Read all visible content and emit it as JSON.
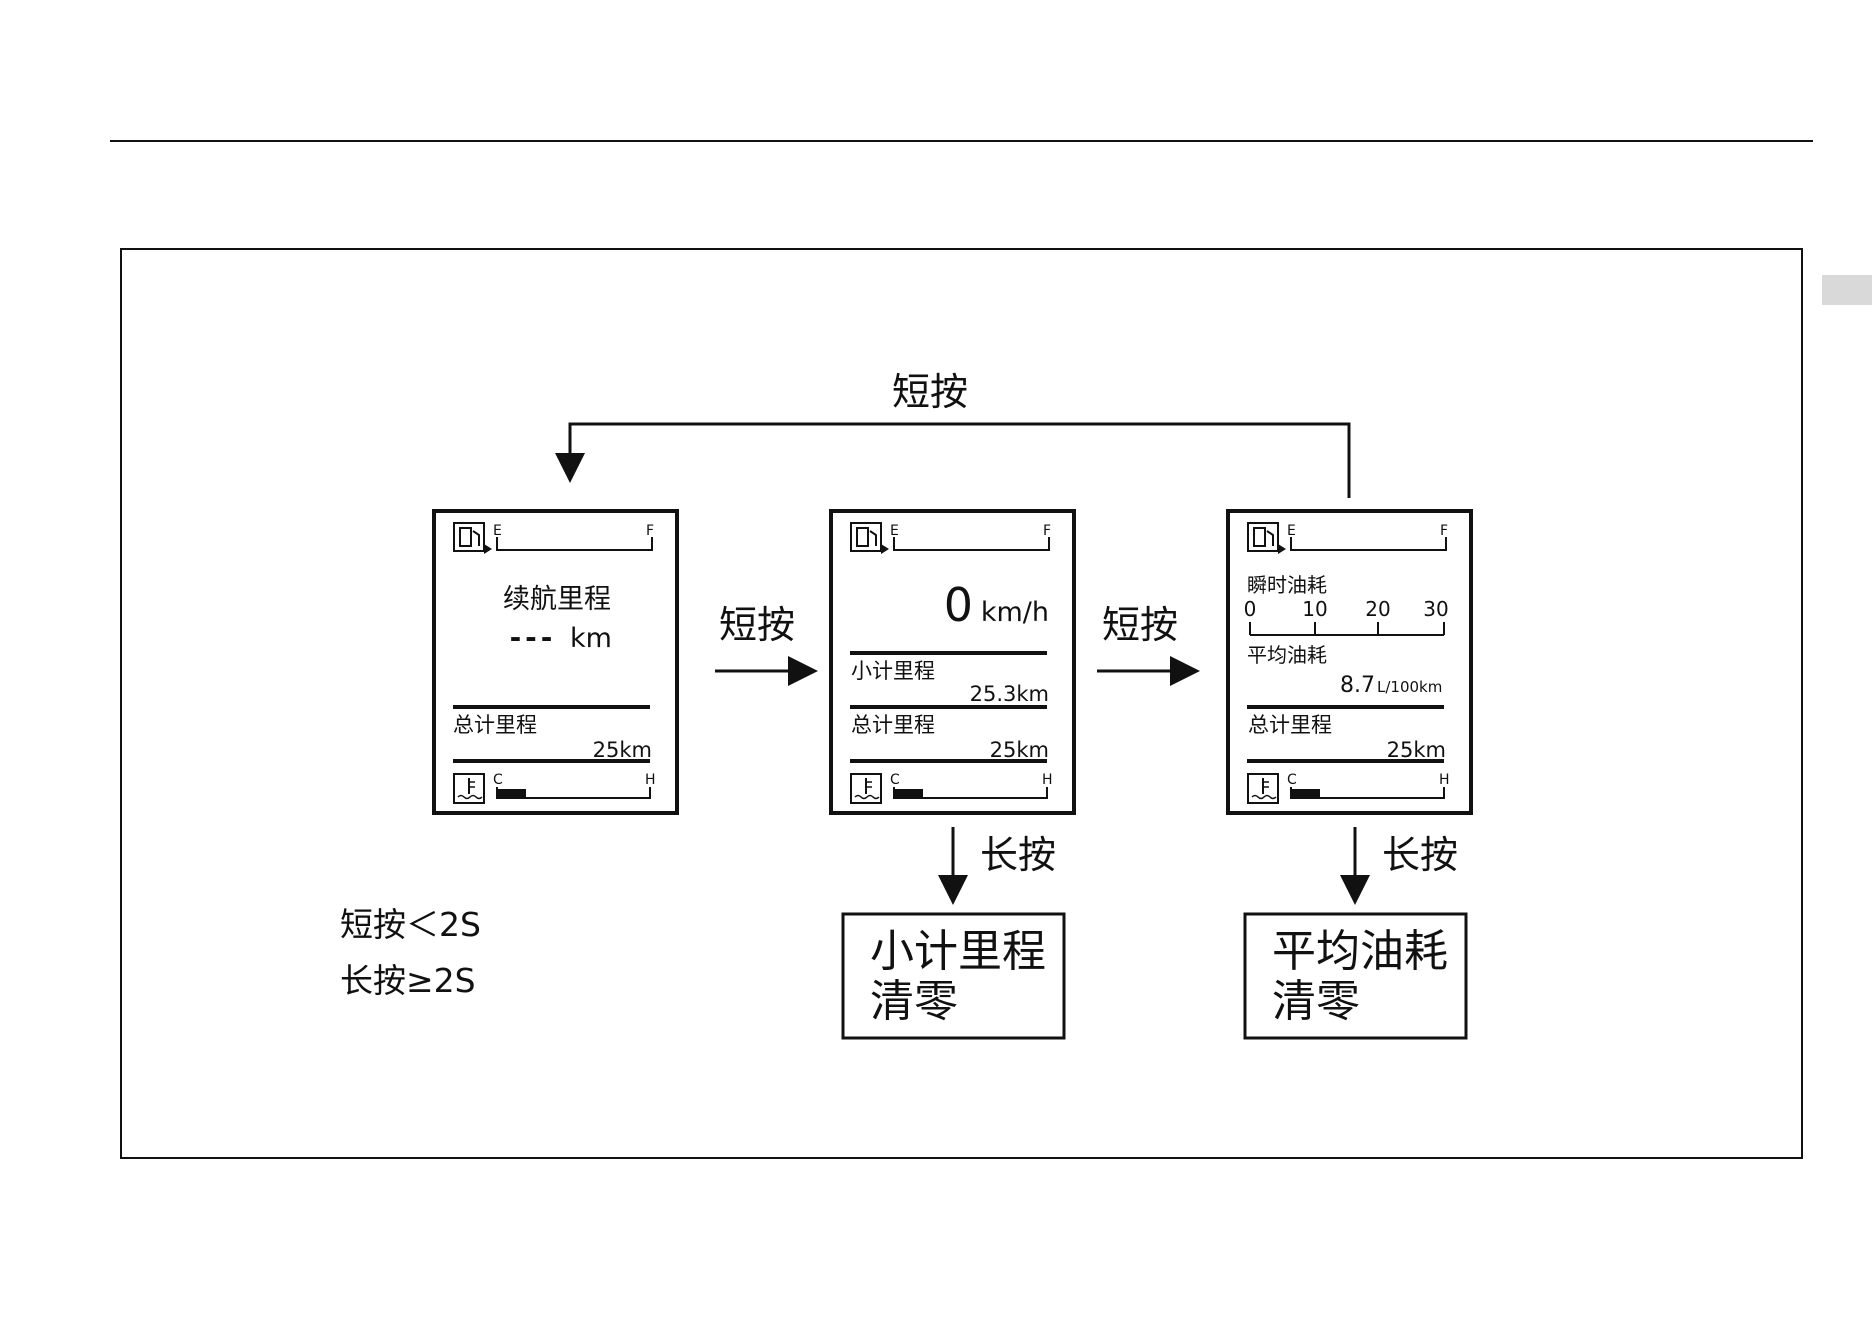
{
  "labels": {
    "short_press": "短按",
    "long_press": "长按"
  },
  "panel_range": {
    "title": "续航里程",
    "value": "---",
    "unit": "km",
    "odometer_label": "总计里程",
    "odometer_value": "25km"
  },
  "panel_speed": {
    "speed_value": "0",
    "speed_unit": "km/h",
    "trip_label": "小计里程",
    "trip_value": "25.3km",
    "odometer_label": "总计里程",
    "odometer_value": "25km"
  },
  "panel_fuel": {
    "instant_label": "瞬时油耗",
    "scale_ticks": [
      "0",
      "10",
      "20",
      "30"
    ],
    "avg_label": "平均油耗",
    "avg_value": "8.7",
    "avg_unit": "L/100km",
    "odometer_label": "总计里程",
    "odometer_value": "25km"
  },
  "gauges": {
    "fuel_empty": "E",
    "fuel_full": "F",
    "temp_cold": "C",
    "temp_hot": "H",
    "fuel_icon": "fuel-pump-icon",
    "temp_icon": "coolant-temp-icon"
  },
  "results": {
    "trip_reset_line1": "小计里程",
    "trip_reset_line2": "清零",
    "avg_reset_line1": "平均油耗",
    "avg_reset_line2": "清零"
  },
  "legend": {
    "short_press": "短按＜2S",
    "long_press": "长按≥2S"
  }
}
